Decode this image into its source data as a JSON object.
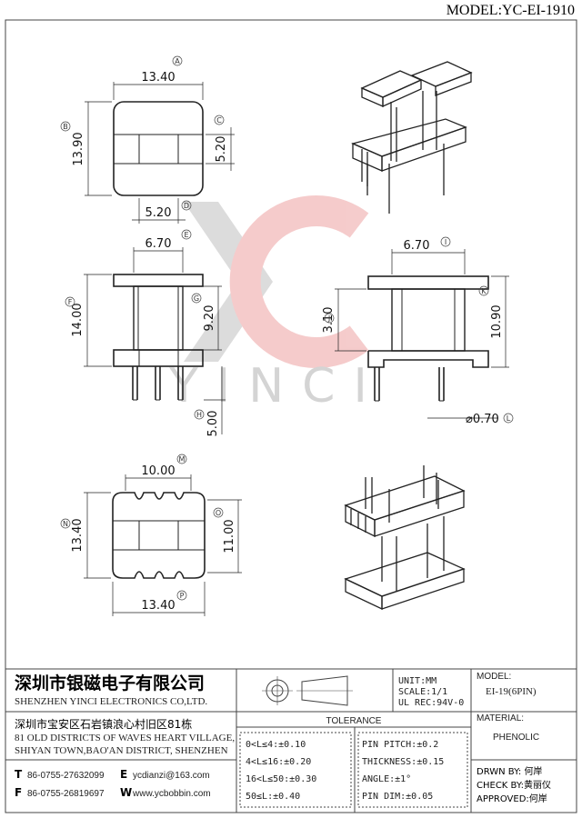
{
  "model_header": "MODEL:YC-EI-1910",
  "watermark": "YINCI",
  "dimensions": {
    "top_width": "13.40",
    "top_height": "13.90",
    "top_right": "5.20",
    "top_bottom": "5.20",
    "front_top": "6.70",
    "front_height": "14.00",
    "front_inner": "9.20",
    "front_pin": "5.00",
    "side_top": "6.70",
    "side_left": "3.10",
    "side_right": "10.90",
    "side_pin": "⌀0.70",
    "bottom_width": "10.00",
    "bottom_height": "13.40",
    "bottom_right": "11.00",
    "bottom_bottom": "13.40"
  },
  "markers": [
    "A",
    "B",
    "C",
    "D",
    "E",
    "F",
    "G",
    "H",
    "I",
    "J",
    "K",
    "L",
    "M",
    "N",
    "O",
    "P"
  ],
  "company": {
    "name_cn": "深圳市银磁电子有限公司",
    "name_en": "SHENZHEN YINCI ELECTRONICS CO,LTD.",
    "address_cn": "深圳市宝安区石岩镇浪心村旧区81栋",
    "address_en_1": "81 OLD DISTRICTS OF WAVES HEART VILLAGE,",
    "address_en_2": "SHIYAN TOWN,BAO'AN DISTRICT, SHENZHEN",
    "tel_label": "T",
    "tel": "86-0755-27632099",
    "email_label": "E",
    "email": "ycdianzi@163.com",
    "fax_label": "F",
    "fax": "86-0755-26819697",
    "web_label": "W",
    "web": "www.ycbobbin.com"
  },
  "specs": {
    "unit": "UNIT:MM",
    "scale": "SCALE:1/1",
    "ul": "UL REC:94V-0"
  },
  "tolerance": {
    "title": "TOLERANCE",
    "left": [
      "0<L≤4:±0.10",
      "4<L≤16:±0.20",
      "16<L≤50:±0.30",
      "50≤L:±0.40"
    ],
    "right": [
      "PIN PITCH:±0.2",
      "THICKNESS:±0.15",
      "ANGLE:±1°",
      "PIN DIM:±0.05"
    ]
  },
  "model_box": {
    "label": "MODEL:",
    "value": "EI-19(6PIN)"
  },
  "material": {
    "label": "MATERIAL:",
    "value": "PHENOLIC"
  },
  "approval": {
    "drawn": "DRWN BY: 何岸",
    "check": "CHECK BY:黄丽仪",
    "approved": "APPROVED:何岸"
  }
}
